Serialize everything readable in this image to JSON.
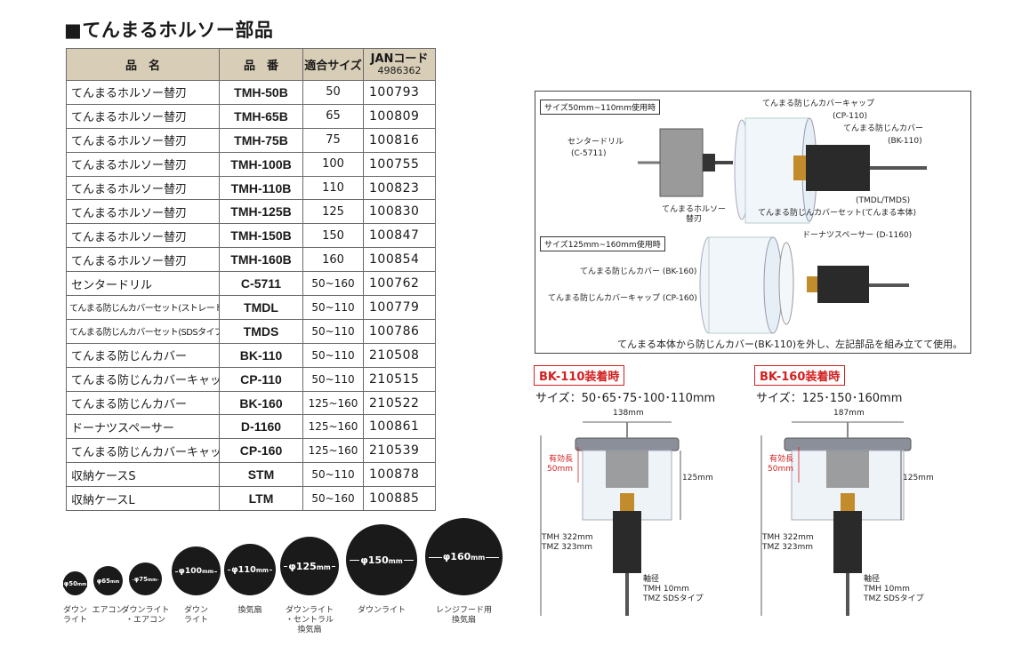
{
  "title": "■てんまるホルソー部品",
  "table": {
    "headers": {
      "name": "品　名",
      "model": "品　番",
      "size": "適合サイズ",
      "jan": "JANコード",
      "jan_sub": "4986362"
    },
    "rows": [
      {
        "name": "てんまるホルソー替刃",
        "model": "TMH-50B",
        "size": "50",
        "jan": "100793"
      },
      {
        "name": "てんまるホルソー替刃",
        "model": "TMH-65B",
        "size": "65",
        "jan": "100809"
      },
      {
        "name": "てんまるホルソー替刃",
        "model": "TMH-75B",
        "size": "75",
        "jan": "100816"
      },
      {
        "name": "てんまるホルソー替刃",
        "model": "TMH-100B",
        "size": "100",
        "jan": "100755"
      },
      {
        "name": "てんまるホルソー替刃",
        "model": "TMH-110B",
        "size": "110",
        "jan": "100823"
      },
      {
        "name": "てんまるホルソー替刃",
        "model": "TMH-125B",
        "size": "125",
        "jan": "100830"
      },
      {
        "name": "てんまるホルソー替刃",
        "model": "TMH-150B",
        "size": "150",
        "jan": "100847"
      },
      {
        "name": "てんまるホルソー替刃",
        "model": "TMH-160B",
        "size": "160",
        "jan": "100854"
      },
      {
        "name": "センタードリル",
        "model": "C-5711",
        "size": "50~160",
        "jan": "100762"
      },
      {
        "name": "てんまる防じんカバーセット(ストレートタイプ)",
        "model": "TMDL",
        "size": "50~110",
        "jan": "100779"
      },
      {
        "name": "てんまる防じんカバーセット(SDSタイプ)",
        "model": "TMDS",
        "size": "50~110",
        "jan": "100786"
      },
      {
        "name": "てんまる防じんカバー",
        "model": "BK-110",
        "size": "50~110",
        "jan": "210508"
      },
      {
        "name": "てんまる防じんカバーキャップ",
        "model": "CP-110",
        "size": "50~110",
        "jan": "210515"
      },
      {
        "name": "てんまる防じんカバー",
        "model": "BK-160",
        "size": "125~160",
        "jan": "210522"
      },
      {
        "name": "ドーナツスペーサー",
        "model": "D-1160",
        "size": "125~160",
        "jan": "100861"
      },
      {
        "name": "てんまる防じんカバーキャップ",
        "model": "CP-160",
        "size": "125~160",
        "jan": "210539"
      },
      {
        "name": "収納ケースS",
        "model": "STM",
        "size": "50~110",
        "jan": "100878"
      },
      {
        "name": "収納ケースL",
        "model": "LTM",
        "size": "50~160",
        "jan": "100885"
      }
    ]
  },
  "circles": [
    {
      "dia": "φ50",
      "unit": "mm",
      "label": "ダウン\nライト"
    },
    {
      "dia": "φ65",
      "unit": "mm",
      "label": "エアコン"
    },
    {
      "dia": "φ75",
      "unit": "mm",
      "label": "ダウンライト\n・エアコン"
    },
    {
      "dia": "φ100",
      "unit": "mm",
      "label": "ダウン\nライト"
    },
    {
      "dia": "φ110",
      "unit": "mm",
      "label": "換気扇"
    },
    {
      "dia": "φ125",
      "unit": "mm",
      "label": "ダウンライト\n・セントラル\n換気扇"
    },
    {
      "dia": "φ150",
      "unit": "mm",
      "label": "ダウンライト"
    },
    {
      "dia": "φ160",
      "unit": "mm",
      "label": "レンジフード用\n換気扇"
    }
  ],
  "panel": {
    "tag1": "サイズ50mm~110mm使用時",
    "tag2": "サイズ125mm~160mm使用時",
    "labels": {
      "center_drill": "センタードリル",
      "center_drill_code": "(C-5711)",
      "holesaw_blade": "てんまるホルソー\n替刃",
      "cap110": "てんまる防じんカバーキャップ",
      "cap110_code": "(CP-110)",
      "cover110": "てんまる防じんカバー",
      "cover110_code": "(BK-110)",
      "set_code": "(TMDL/TMDS)",
      "set_name": "てんまる防じんカバーセット(てんまる本体)",
      "donut": "ドーナツスペーサー (D-1160)",
      "cover160": "てんまる防じんカバー (BK-160)",
      "cap160": "てんまる防じんカバーキャップ (CP-160)"
    },
    "note": "てんまる本体から防じんカバー(BK-110)を外し、左記部品を組み立てて使用。"
  },
  "diagrams": [
    {
      "header": "BK-110装着時",
      "sizes": "サイズ：50･65･75･100･110mm",
      "width": "138mm",
      "height": "125mm",
      "effective": "有効長\n50mm",
      "length": "TMH 322mm\nTMZ 323mm",
      "shaft": "軸径\nTMH 10mm\nTMZ SDSタイプ"
    },
    {
      "header": "BK-160装着時",
      "sizes": "サイズ：125･150･160mm",
      "width": "187mm",
      "height": "125mm",
      "effective": "有効長\n50mm",
      "length": "TMH 322mm\nTMZ 323mm",
      "shaft": "軸径\nTMH 10mm\nTMZ SDSタイプ"
    }
  ],
  "colors": {
    "header_bg": "#d8cdb6",
    "accent_red": "#d32020",
    "circle": "#1a1a1a"
  }
}
